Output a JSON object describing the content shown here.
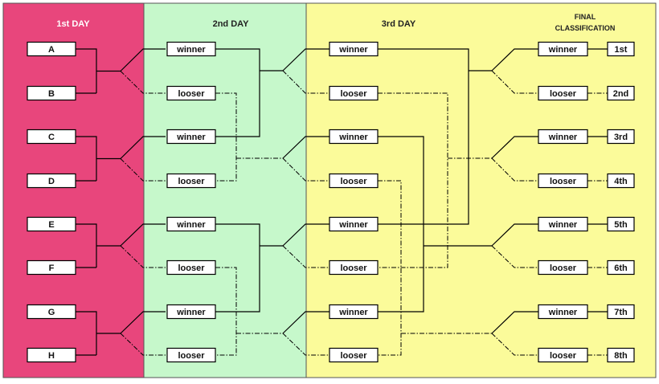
{
  "colors": {
    "day1": "#e8467c",
    "day2": "#c6f8cb",
    "day3": "#fbfb9a",
    "border": "#555555"
  },
  "headers": {
    "day1": "1st DAY",
    "day2": "2nd DAY",
    "day3": "3rd DAY",
    "final_line1": "FINAL",
    "final_line2": "CLASSIFICATION"
  },
  "day1_teams": [
    "A",
    "B",
    "C",
    "D",
    "E",
    "F",
    "G",
    "H"
  ],
  "day2_labels": [
    "winner",
    "looser",
    "winner",
    "looser",
    "winner",
    "looser",
    "winner",
    "looser"
  ],
  "day3_labels": [
    "winner",
    "looser",
    "winner",
    "looser",
    "winner",
    "looser",
    "winner",
    "looser"
  ],
  "final_labels": [
    "winner",
    "looser",
    "winner",
    "looser",
    "winner",
    "looser",
    "winner",
    "looser"
  ],
  "places": [
    "1st",
    "2nd",
    "3rd",
    "4th",
    "5th",
    "6th",
    "7th",
    "8th"
  ]
}
